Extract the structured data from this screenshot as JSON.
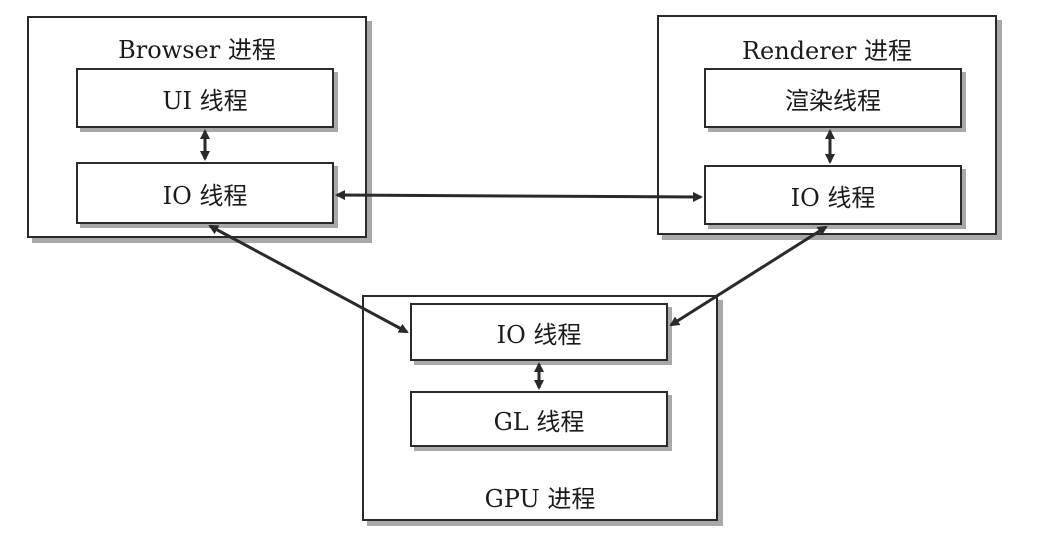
{
  "browser": {
    "title": "Browser 进程",
    "ui_thread": "UI 线程",
    "io_thread": "IO 线程"
  },
  "renderer": {
    "title": "Renderer 进程",
    "render_thread": "渲染线程",
    "io_thread": "IO 线程"
  },
  "gpu": {
    "title": "GPU 进程",
    "io_thread": "IO 线程",
    "gl_thread": "GL 线程"
  },
  "colors": {
    "line": "#2a2a2a",
    "shadow": "#a9a9a9"
  }
}
